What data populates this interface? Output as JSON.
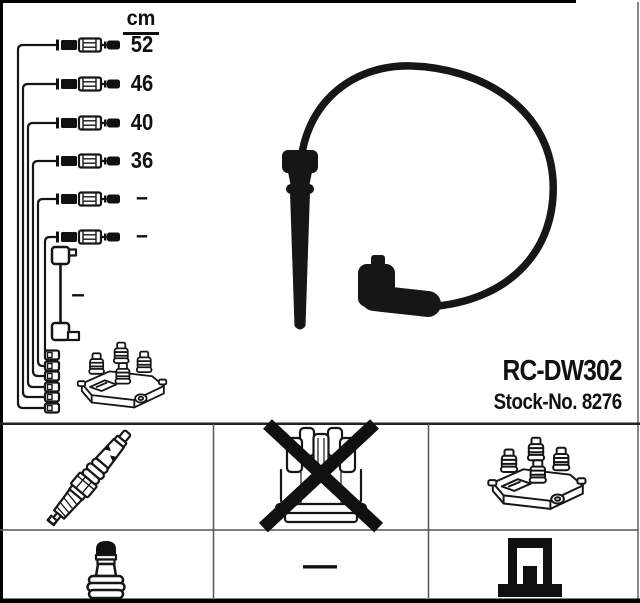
{
  "product": {
    "code": "RC-DW302",
    "stock_no": "Stock-No. 8276"
  },
  "length_table": {
    "unit": "cm",
    "rows": [
      "52",
      "46",
      "40",
      "36",
      "–",
      "–"
    ],
    "coil_wire_length": "–"
  },
  "legend": {
    "dash": "—",
    "cells": [
      {
        "name": "spark-plug-icon",
        "meaning": "spark plug connection"
      },
      {
        "name": "distributor-cap-crossed-icon",
        "meaning": "no distributor cap"
      },
      {
        "name": "coil-pack-icon",
        "meaning": "ignition coil pack"
      },
      {
        "name": "plug-terminal-icon",
        "meaning": "plug terminal type"
      },
      {
        "name": "not-applicable-dash",
        "meaning": "not applicable"
      },
      {
        "name": "coil-connector-icon",
        "meaning": "coil connector type"
      }
    ]
  },
  "colors": {
    "ink": "#101010",
    "grid": "#555555",
    "border": "#000000",
    "background": "#ffffff"
  }
}
